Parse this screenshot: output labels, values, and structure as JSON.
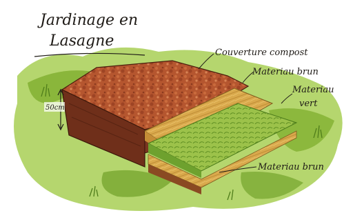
{
  "title": {
    "line1": "Jardinage en",
    "line2": "Lasagne"
  },
  "dimension_label": "50cm",
  "labels": {
    "compost": "Couverture compost",
    "brown_top": "Materiau brun",
    "green_line1": "Materiau",
    "green_line2": "vert",
    "brown_bottom": "Materiau brun"
  },
  "colors": {
    "compost": "#b5562f",
    "compost_side": "#6f2f1a",
    "straw": "#d9a94c",
    "green_layer": "#9cc24a",
    "grass": "#8fbf3a",
    "ink": "#1e1a16"
  }
}
